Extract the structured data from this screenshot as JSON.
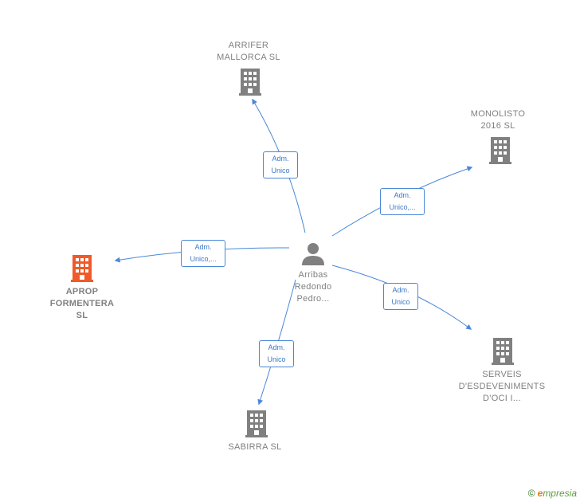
{
  "center": {
    "name": "Arribas\nRedondo\nPedro..."
  },
  "nodes": {
    "arrifer": {
      "name": "ARRIFER\nMALLORCA  SL"
    },
    "monolisto": {
      "name": "MONOLISTO\n2016  SL"
    },
    "aprop": {
      "name": "APROP\nFORMENTERA\nSL"
    },
    "serveis": {
      "name": "SERVEIS\nD'ESDEVENIMENTS\nD'OCI I..."
    },
    "sabirra": {
      "name": "SABIRRA  SL"
    }
  },
  "edges": {
    "arrifer": {
      "line1": "Adm.",
      "line2": "Unico"
    },
    "monolisto": {
      "line1": "Adm.",
      "line2": "Unico,..."
    },
    "aprop": {
      "line1": "Adm.",
      "line2": "Unico,..."
    },
    "serveis": {
      "line1": "Adm.",
      "line2": "Unico"
    },
    "sabirra": {
      "line1": "Adm.",
      "line2": "Unico"
    }
  },
  "footer": {
    "copyright": "©",
    "brand_initial": "e",
    "brand_rest": "mpresia"
  },
  "colors": {
    "edge": "#4a88d8",
    "building": "#808080",
    "building_highlight": "#f05a28",
    "person": "#808080"
  },
  "icons": {
    "company": "building-icon",
    "person": "person-icon"
  }
}
